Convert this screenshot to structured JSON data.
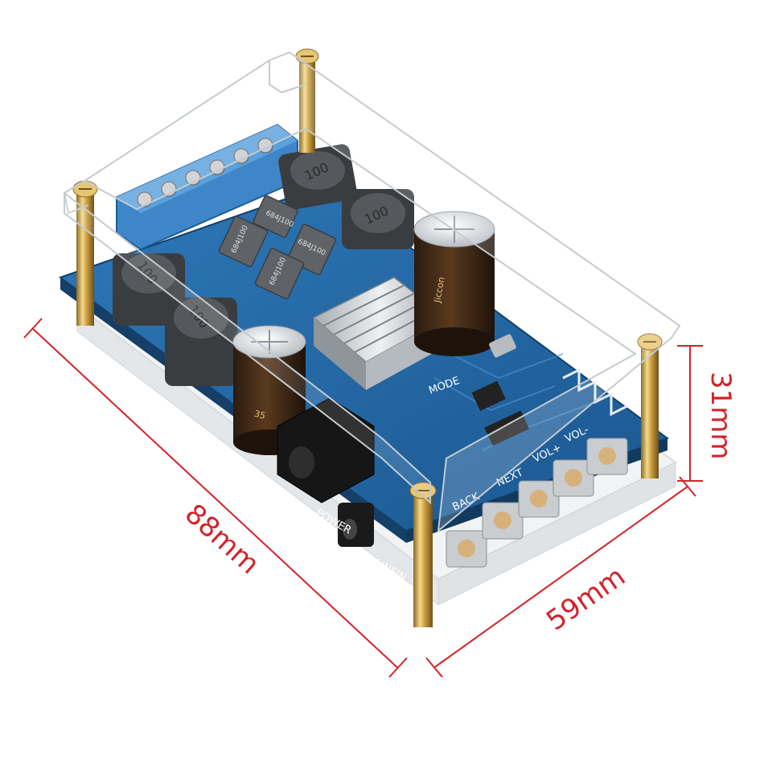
{
  "dimensions": {
    "length": "88mm",
    "width": "59mm",
    "height": "31mm"
  },
  "board_labels": {
    "power": "POWER",
    "line_in": "LINEIN",
    "back": "BACK",
    "next": "NEXT",
    "vol_plus": "VOL+",
    "vol_minus": "VOL-",
    "mode": "MODE"
  },
  "component_markings": {
    "inductor": "100",
    "inductor_2": "100",
    "inductor_3": "100",
    "inductor_4": "100",
    "ferrite": "684J100",
    "ferrite_2": "684J100",
    "ferrite_3": "684J100",
    "ferrite_4": "684J100",
    "cap_voltage": "35",
    "cap_large": "Jiccon"
  },
  "colors": {
    "dimension_red": "#d2232a",
    "pcb_blue": "#2466a8",
    "terminal_blue": "#3f86c9",
    "standoff_brass": "#d8b25a"
  }
}
